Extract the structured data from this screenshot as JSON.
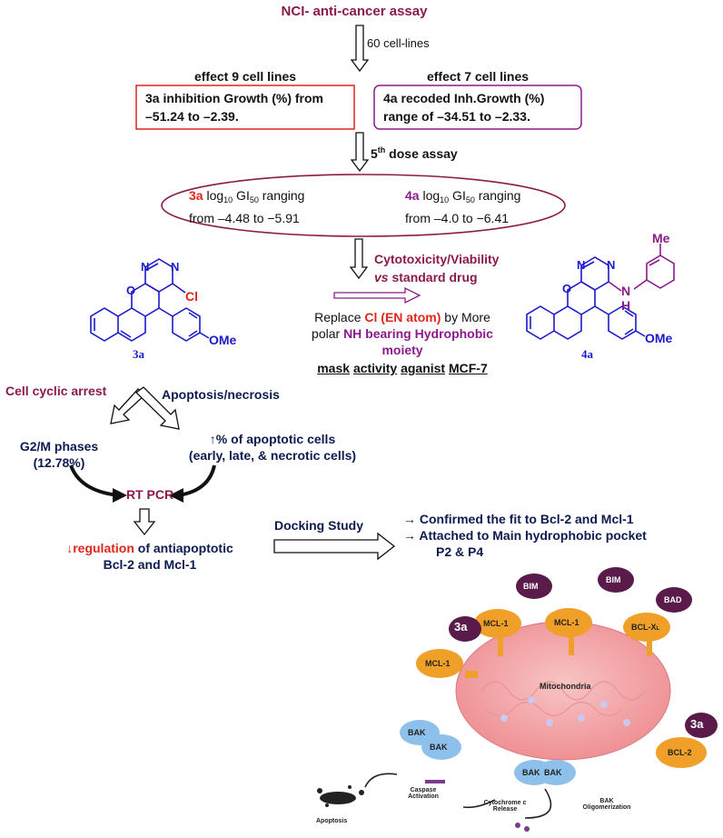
{
  "header": {
    "title": "NCI- anti-cancer assay",
    "step1": "60 cell-lines"
  },
  "left_box": {
    "head": "effect 9 cell  lines",
    "line1": "3a inhibition Growth (%) from",
    "line2": "–51.24 to –2.39."
  },
  "right_box": {
    "head": "effect 7 cell  lines",
    "line1": "4a recoded Inh.Growth (%)",
    "line2": "range of –34.51 to –2.33."
  },
  "dose": {
    "n": "5",
    "sup": "th",
    "rest": " dose assay"
  },
  "ellipse": {
    "left_cpd": "3a",
    "right_cpd": "4a",
    "log": "log",
    "log_sub": "10",
    "gi": " GI",
    "gi_sub": "50",
    "ranging": " ranging",
    "left_range": "from –4.48 to −5.91",
    "right_range": "from –4.0 to −6.41"
  },
  "cyto": {
    "line1": "Cytotoxicity/Viability",
    "vs": "vs",
    "line2_rest": " standard drug"
  },
  "replace": {
    "part1": "Replace ",
    "cl": "Cl (EN atom)",
    "part2": " by More",
    "part3": "polar ",
    "nh": "NH bearing Hydrophobic",
    "moiety": "moiety",
    "mask": [
      "mask",
      "activity",
      "aganist",
      "MCF-7"
    ]
  },
  "mol_3a": {
    "label": "3a",
    "cl": "Cl",
    "n1": "N",
    "n2": "N",
    "o": "O",
    "ome": "OMe"
  },
  "mol_4a": {
    "label": "4a",
    "me": "Me",
    "n1": "N",
    "n2": "N",
    "o": "O",
    "nh_n": "N",
    "nh_h": "H",
    "ome": "OMe"
  },
  "arrest": {
    "label": "Cell cyclic arrest",
    "apoptosis": "Apoptosis/necrosis"
  },
  "g2m": {
    "line1": "G2/M phases",
    "line2": "(12.78%)"
  },
  "apop_cells": {
    "arrow": "↑",
    "line1": "% of apoptotic cells",
    "line2": "(early, late, & necrotic cells)"
  },
  "rtpcr": {
    "label": "RT PCR"
  },
  "regulation": {
    "arrow": "↓",
    "word": "regulation",
    "rest": " of antiapoptotic",
    "line2": "Bcl-2 and Mcl-1"
  },
  "docking": {
    "label": "Docking Study"
  },
  "results": {
    "line1": "→ Confirmed the fit to Bcl-2 and Mcl-1",
    "line2": "→ Attached to Main hydrophobic pocket",
    "line3": "P2 & P4"
  },
  "bio": {
    "mito": "Mitochondria",
    "proteins": [
      "MCL-1",
      "MCL-1",
      "MCL-1",
      "BCL-X",
      "BCL-2"
    ],
    "bclx_sub": "L",
    "bim1": "BIM",
    "bim2": "BIM",
    "bad": "BAD",
    "cpd_a": "3a",
    "cpd_b": "3a",
    "bak": [
      "BAK",
      "BAK",
      "BAK",
      "BAK"
    ],
    "caspase": "Caspase\nActivation",
    "cytc": "Cytochrome c\nRelease",
    "bak_olig": "BAK\nOligomerization",
    "apoptosis": "Apoptosis"
  },
  "colors": {
    "maroon": "#8b1a4a",
    "red": "#e0261b",
    "purple": "#8b1a8b",
    "blue": "#1a1acc",
    "navy": "#0d1b4f",
    "orange": "#f0a028",
    "lightblue": "#8ec0ec",
    "mito": "#f3a3a8"
  }
}
